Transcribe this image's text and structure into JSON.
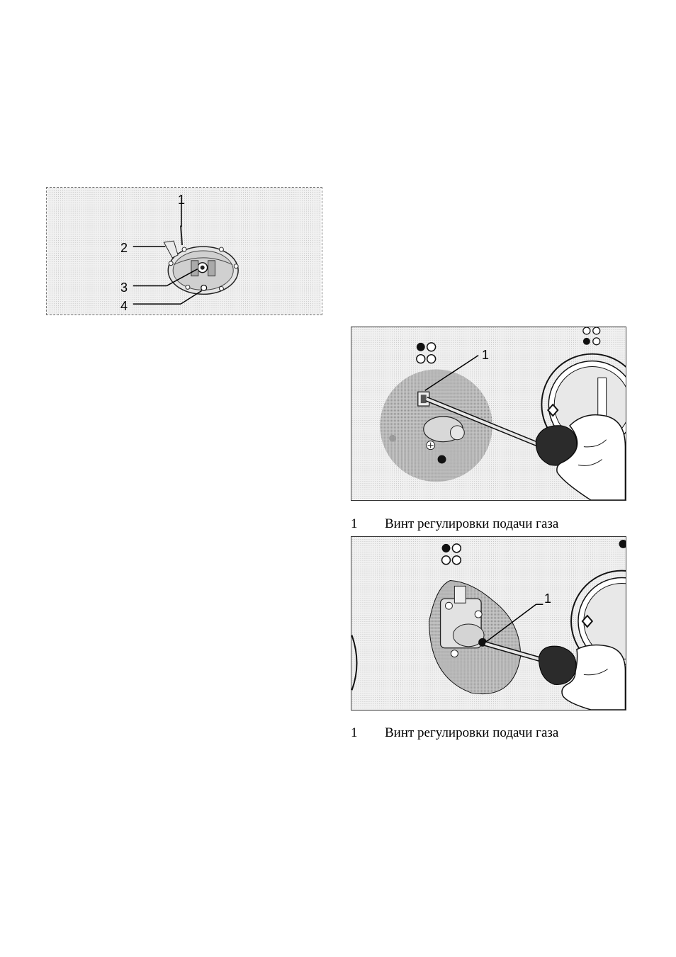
{
  "figure1": {
    "labels": [
      "1",
      "2",
      "3",
      "4"
    ]
  },
  "figure2": {
    "callout": "1",
    "caption_number": "1",
    "caption_text": "Винт регулировки подачи газа"
  },
  "figure3": {
    "callout": "1",
    "caption_number": "1",
    "caption_text": "Винт регулировки подачи газа"
  }
}
